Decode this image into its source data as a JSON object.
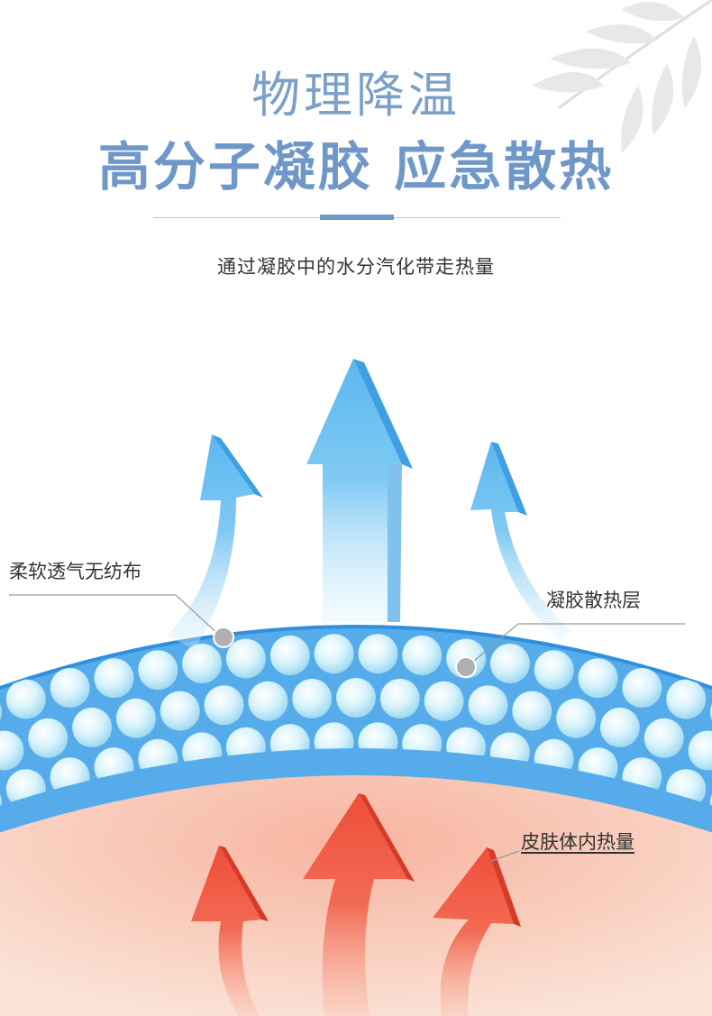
{
  "heading": {
    "line1": "物理降温",
    "line2": "高分子凝胶 应急散热"
  },
  "subtitle": "通过凝胶中的水分汽化带走热量",
  "labels": {
    "fabric": "柔软透气无纺布",
    "gel_layer": "凝胶散热层",
    "skin_heat": "皮肤体内热量"
  },
  "colors": {
    "title_blue": "#7da0c9",
    "gel_blue": "#52a8e8",
    "bead": "#c9ecf8",
    "skin": "#f9cdbd",
    "heat_arrow": "#ef5a45",
    "cool_arrow": "#6cc0f2"
  }
}
